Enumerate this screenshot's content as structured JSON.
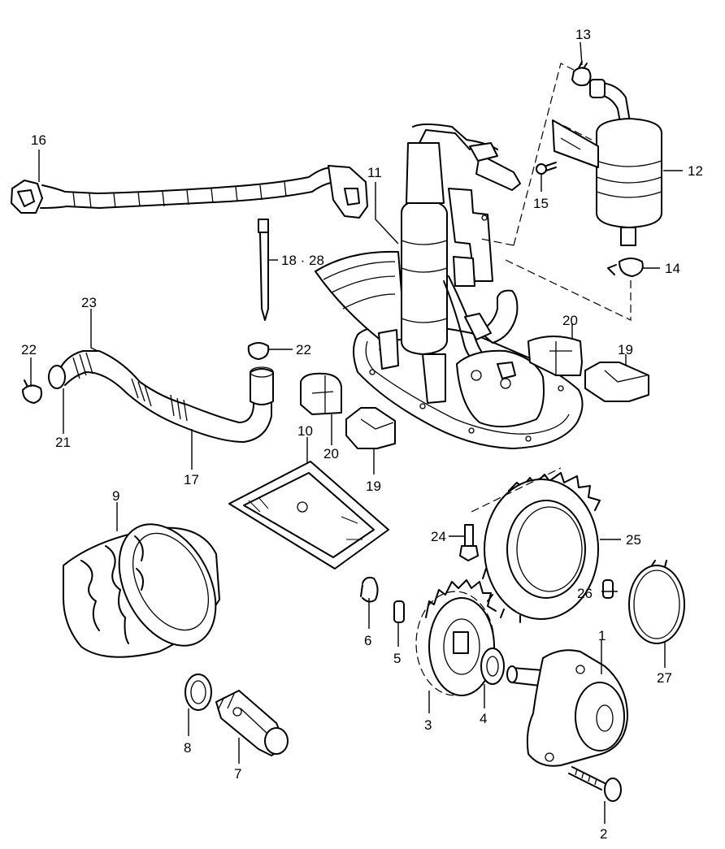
{
  "labels": {
    "p1": "1",
    "p2": "2",
    "p3": "3",
    "p4": "4",
    "p5": "5",
    "p6": "6",
    "p7": "7",
    "p8": "8",
    "p9": "9",
    "p10": "10",
    "p11": "11",
    "p12": "12",
    "p13": "13",
    "p14": "14",
    "p15": "15",
    "p16": "16",
    "p17": "17",
    "p18_28": "18 · 28",
    "p19a": "19",
    "p19b": "19",
    "p20a": "20",
    "p20b": "20",
    "p21": "21",
    "p22a": "22",
    "p22b": "22",
    "p23": "23",
    "p24": "24",
    "p25": "25",
    "p26": "26",
    "p27": "27"
  }
}
